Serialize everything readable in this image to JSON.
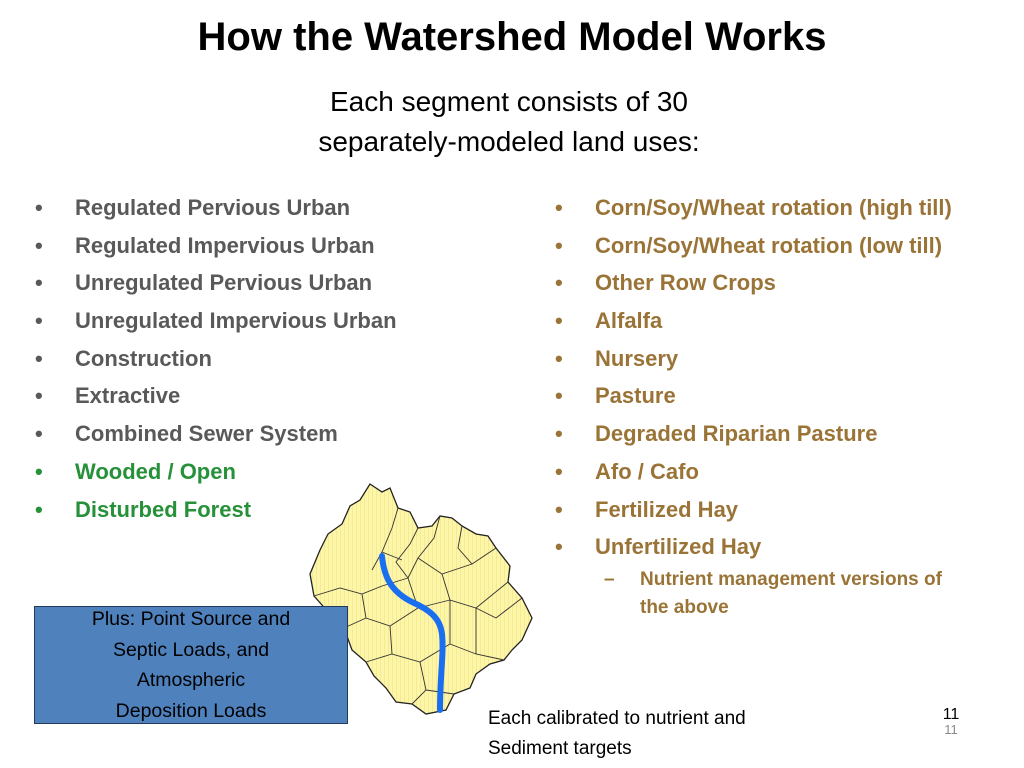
{
  "slide": {
    "title": "How the Watershed Model Works",
    "subtitle_lines": [
      "Each segment consists of 30",
      "separately-modeled land uses:"
    ],
    "bullet_glyph": "•",
    "sub_bullet_glyph": "–",
    "left_items": [
      {
        "text": "Regulated Pervious Urban",
        "color": "#595959"
      },
      {
        "text": "Regulated Impervious Urban",
        "color": "#595959"
      },
      {
        "text": "Unregulated Pervious Urban",
        "color": "#595959"
      },
      {
        "text": "Unregulated Impervious Urban",
        "color": "#595959"
      },
      {
        "text": "Construction",
        "color": "#595959"
      },
      {
        "text": "Extractive",
        "color": "#595959"
      },
      {
        "text": "Combined Sewer System",
        "color": "#595959"
      },
      {
        "text": "Wooded / Open",
        "color": "#27913a"
      },
      {
        "text": "Disturbed Forest",
        "color": "#27913a"
      }
    ],
    "right_items": [
      {
        "text": "Corn/Soy/Wheat rotation (high till)"
      },
      {
        "text": "Corn/Soy/Wheat rotation (low till)"
      },
      {
        "text": "Other Row Crops"
      },
      {
        "text": "Alfalfa"
      },
      {
        "text": "Nursery"
      },
      {
        "text": "Pasture"
      },
      {
        "text": "Degraded Riparian Pasture"
      },
      {
        "text": "Afo / Cafo"
      },
      {
        "text": "Fertilized Hay"
      },
      {
        "text": "Unfertilized Hay"
      }
    ],
    "right_sub_item": "Nutrient management versions of the above",
    "plus_box_lines": [
      "Plus: Point Source and",
      "Septic Loads, and",
      "Atmospheric",
      "Deposition Loads"
    ],
    "footnote_lines": [
      "Each calibrated to nutrient and",
      "Sediment targets"
    ],
    "slide_number": "11",
    "slide_number_shadow": "11",
    "colors": {
      "ag_brown": "#9a7437",
      "urban_gray": "#595959",
      "forest_green": "#27913a",
      "box_blue": "#4f81bd",
      "river_blue": "#1a6ef0",
      "map_fill": "#fdf5a8"
    },
    "map_icon": "watershed-map-icon"
  }
}
